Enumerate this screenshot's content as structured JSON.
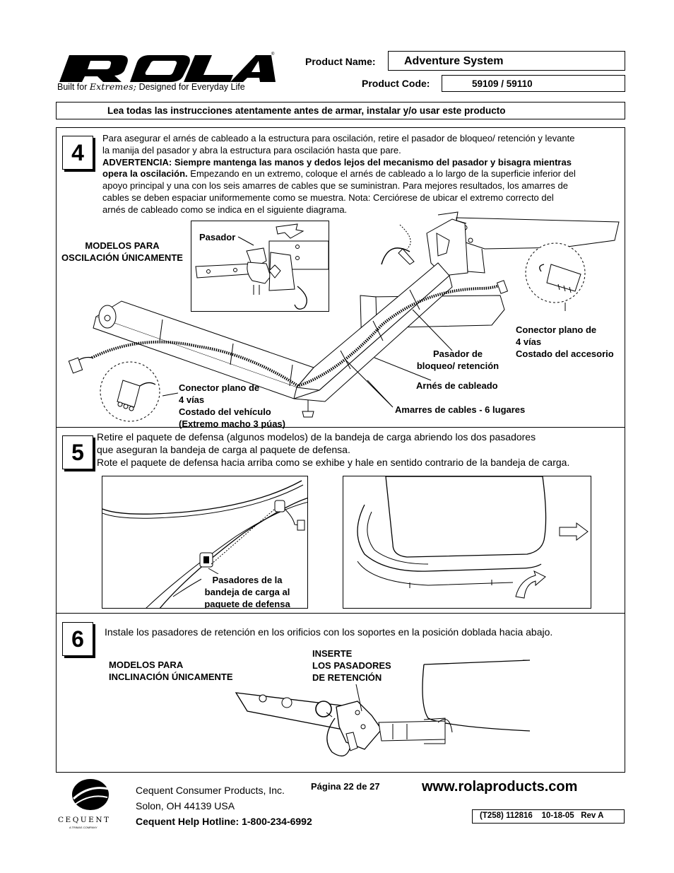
{
  "header": {
    "logo_text": "ROLA",
    "tagline_prefix": "Built for ",
    "tagline_script": "Extremes;",
    "tagline_suffix": " Designed for Everyday Life",
    "product_name_label": "Product Name:",
    "product_name_value": "Adventure System",
    "product_code_label": "Product Code:",
    "product_code_value": "59109 / 59110"
  },
  "banner": "Lea todas las instrucciones atentamente antes de armar, instalar y/o usar este producto",
  "step4": {
    "number": "4",
    "text_line1": "Para asegurar el arnés de cableado a la estructura para oscilación, retire el pasador de bloqueo/ retención y levante",
    "text_line2": "la manija del pasador y abra la estructura para oscilación hasta que pare.",
    "text_line3_bold": "ADVERTENCIA:  Siempre mantenga las manos y dedos lejos del mecanismo del pasador y bisagra mientras",
    "text_line4_bold": "opera la oscilación.",
    "text_line4_rest": " Empezando en un extremo, coloque el arnés de cableado a lo largo de la superficie inferior del",
    "text_line5": "apoyo principal y una con los seis amarres de cables que se suministran. Para mejores resultados, los amarres de",
    "text_line6": "cables se deben espaciar uniformemente como se muestra. Nota: Cerciórese de ubicar el extremo correcto del",
    "text_line7": "arnés de cableado como se indica en el siguiente diagrama.",
    "label_models_1": "MODELOS PARA",
    "label_models_2": "OSCILACIÓN ÚNICAMENTE",
    "label_pasador": "Pasador",
    "label_conn_acc_1": "Conector plano de",
    "label_conn_acc_2": "4 vías",
    "label_conn_acc_3": "Costado del accesorio",
    "label_pin_1": "Pasador de",
    "label_pin_2": "bloqueo/ retención",
    "label_harness": "Arnés de cableado",
    "label_ties": "Amarres de cables - 6 lugares",
    "label_conn_veh_1": "Conector plano de",
    "label_conn_veh_2": "4 vías",
    "label_conn_veh_3": "Costado del vehículo",
    "label_conn_veh_4": "(Extremo macho 3 púas)"
  },
  "step5": {
    "number": "5",
    "text_line1": "Retire el paquete de defensa (algunos modelos) de la bandeja de carga abriendo los dos pasadores",
    "text_line2": "que aseguran la bandeja de carga al paquete de defensa.",
    "text_line3": "Rote el paquete de defensa hacia arriba como se exhibe y hale en sentido contrario de la bandeja de carga.",
    "label_pins_1": "Pasadores de la",
    "label_pins_2": "bandeja de carga al",
    "label_pins_3": "paquete de defensa"
  },
  "step6": {
    "number": "6",
    "text": "Instale los pasadores de retención en los orificios con los soportes en la posición doblada hacia abajo.",
    "label_models_1": "MODELOS PARA",
    "label_models_2": "INCLINACIÓN ÚNICAMENTE",
    "label_insert_1": "INSERTE",
    "label_insert_2": "LOS PASADORES",
    "label_insert_3": "DE RETENCIÓN"
  },
  "footer": {
    "company_logo_text": "CEQUENT",
    "company_logo_sub": "A TRIMAS COMPANY",
    "company_line1": "Cequent Consumer Products, Inc.",
    "company_line2": "Solon, OH 44139 USA",
    "hotline": "Cequent Help Hotline: 1-800-234-6992",
    "page": "Página 22 de 27",
    "website": "www.rolaproducts.com",
    "doc_code": "(T258) 112816    10-18-05   Rev A"
  }
}
